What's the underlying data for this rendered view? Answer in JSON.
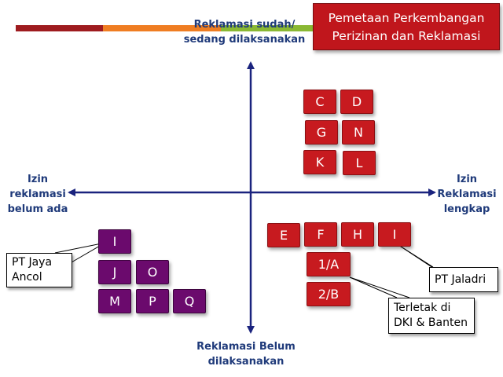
{
  "title": {
    "line1": "Pemetaan Perkembangan",
    "line2": "Perizinan dan Reklamasi"
  },
  "colors": {
    "stripe_dark": "#9e1b1f",
    "stripe_orange": "#ef7d22",
    "stripe_green": "#8ab833",
    "box_red": "#c71a1f",
    "box_purple": "#6b0a6d",
    "axis_blue": "#1a237e"
  },
  "axes": {
    "top": {
      "line1": "Reklamasi sudah/",
      "line2": "sedang dilaksanakan"
    },
    "bottom": {
      "line1": "Reklamasi Belum",
      "line2": "dilaksanakan"
    },
    "left": {
      "line1": "Izin",
      "line2": "reklamasi",
      "line3": "belum ada"
    },
    "right": {
      "line1": "Izin",
      "line2": "Reklamasi",
      "line3": "lengkap"
    }
  },
  "quadrant_top_right": {
    "boxes": [
      "C",
      "D",
      "G",
      "N",
      "K",
      "L"
    ]
  },
  "quadrant_bottom_right": {
    "row1": [
      "E",
      "F",
      "H",
      "I"
    ],
    "row2": [
      "1/A"
    ],
    "row3": [
      "2/B"
    ]
  },
  "quadrant_bottom_left": {
    "row1": [
      "I"
    ],
    "row2": [
      "J",
      "O"
    ],
    "row3": [
      "M",
      "P",
      "Q"
    ]
  },
  "callouts": {
    "jaya_ancol": {
      "line1": "PT Jaya",
      "line2": "Ancol"
    },
    "jaladri": {
      "line1": "PT Jaladri"
    },
    "dki_banten": {
      "line1": "Terletak di",
      "line2": "DKI & Banten"
    }
  }
}
